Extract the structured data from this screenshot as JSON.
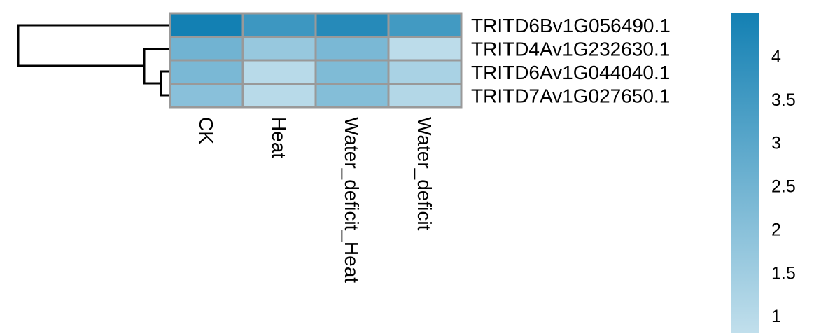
{
  "chart_data": {
    "type": "heatmap",
    "rows": [
      "TRITD6Bv1G056490.1",
      "TRITD4Av1G232630.1",
      "TRITD6Av1G044040.1",
      "TRITD7Av1G027650.1"
    ],
    "columns": [
      "CK",
      "Heat",
      "Water_deficit_Heat",
      "Water_deficit"
    ],
    "values": [
      [
        4.5,
        3.6,
        4.1,
        3.5
      ],
      [
        2.5,
        1.7,
        2.3,
        0.9
      ],
      [
        2.3,
        1.0,
        2.2,
        1.3
      ],
      [
        2.0,
        1.0,
        2.1,
        1.1
      ]
    ],
    "color_scale": {
      "min": 0.8,
      "max": 4.5,
      "low_color": "#c1dfec",
      "high_color": "#1380b3",
      "ticks": [
        1,
        1.5,
        2,
        2.5,
        3,
        3.5,
        4
      ],
      "tick_labels": [
        "1",
        "1.5",
        "2",
        "2.5",
        "3",
        "3.5",
        "4"
      ]
    },
    "row_dendrogram": true,
    "cell_border_color": "#999999",
    "title": "",
    "xlabel": "",
    "ylabel": ""
  }
}
